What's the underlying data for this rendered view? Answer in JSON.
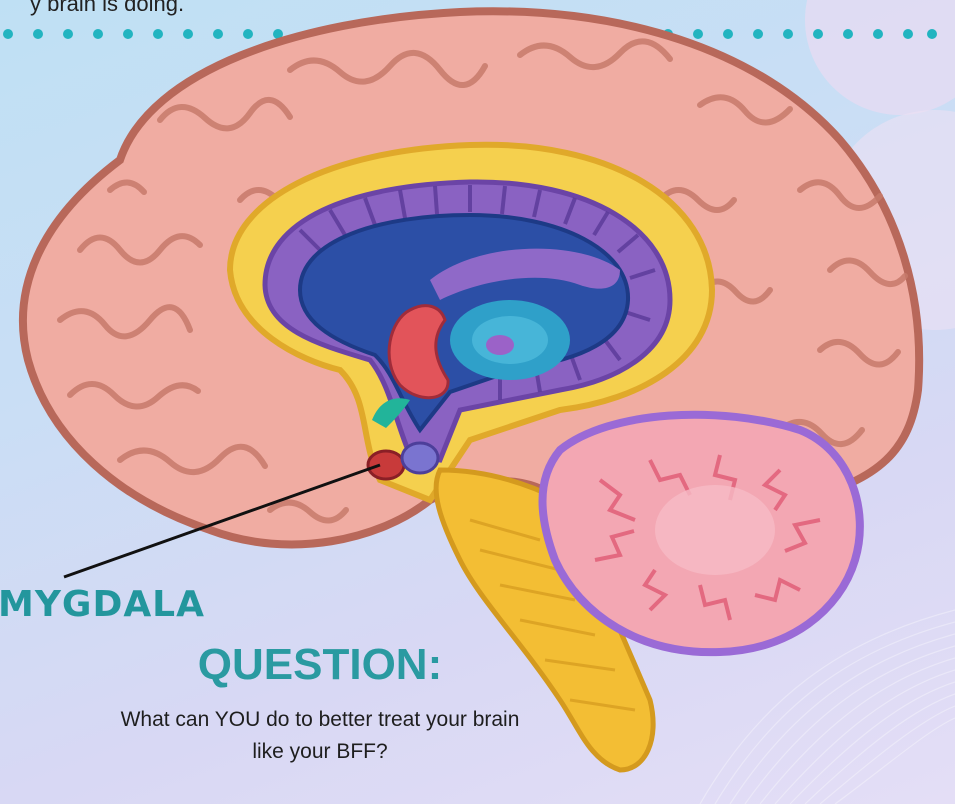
{
  "slide": {
    "top_caption": "y brain is doing.",
    "region_label": "MYGDALA",
    "question_heading": "QUESTION:",
    "question_text": "What can YOU do to better treat your brain like your BFF?"
  },
  "colors": {
    "accent_teal": "#2a9aa1",
    "dot_teal": "#22b4c0",
    "cortex_pink": "#f0aca2",
    "cortex_outline": "#b8685a",
    "limbic_yellow": "#f5d04e",
    "ring_purple": "#8a62c2",
    "ventricle_blue": "#2c4fa6",
    "amygdala_red": "#c83a3a",
    "brainstem_yellow": "#f3be34",
    "cerebellum_pink": "#f3a7b3"
  },
  "icons": [
    "brain-illustration",
    "dot-divider"
  ]
}
